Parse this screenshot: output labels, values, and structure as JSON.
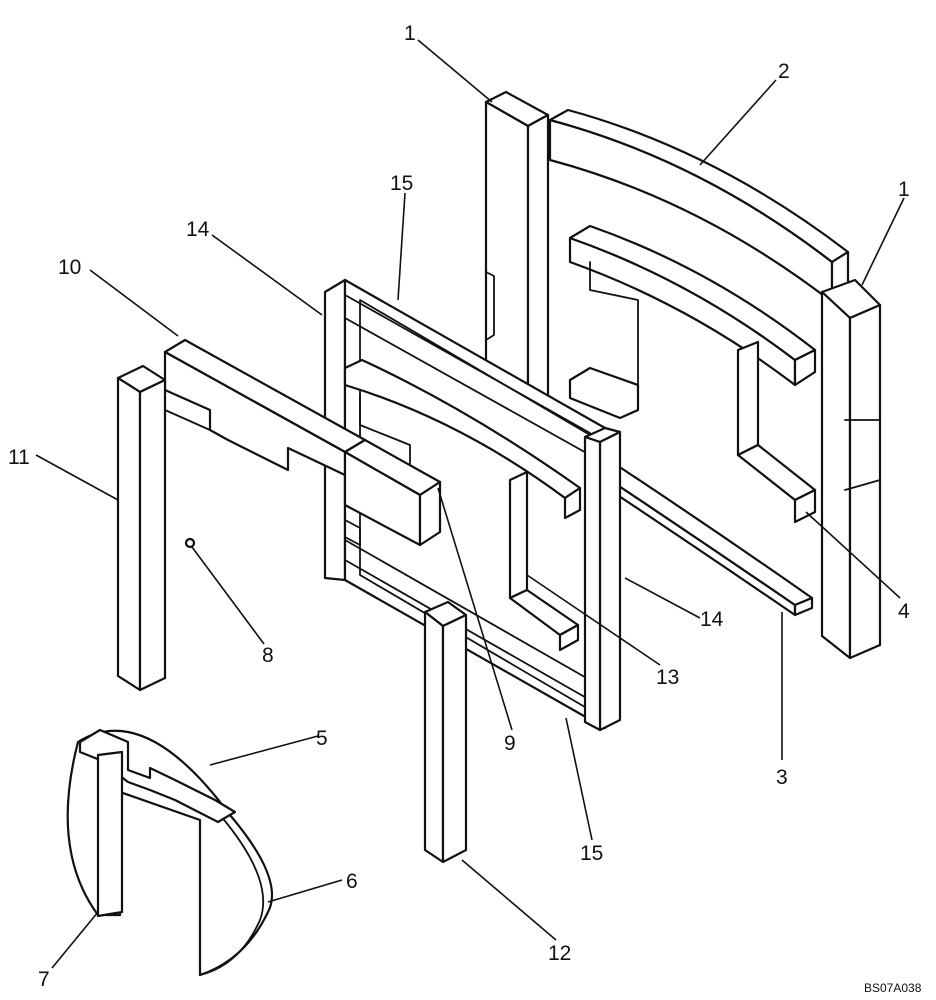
{
  "drawing_code": "BS07A038",
  "callouts": [
    {
      "id": "c1a",
      "text": "1"
    },
    {
      "id": "c1b",
      "text": "1"
    },
    {
      "id": "c2",
      "text": "2"
    },
    {
      "id": "c3",
      "text": "3"
    },
    {
      "id": "c4",
      "text": "4"
    },
    {
      "id": "c5",
      "text": "5"
    },
    {
      "id": "c6",
      "text": "6"
    },
    {
      "id": "c7",
      "text": "7"
    },
    {
      "id": "c8",
      "text": "8"
    },
    {
      "id": "c9",
      "text": "9"
    },
    {
      "id": "c10",
      "text": "10"
    },
    {
      "id": "c11",
      "text": "11"
    },
    {
      "id": "c12",
      "text": "12"
    },
    {
      "id": "c13",
      "text": "13"
    },
    {
      "id": "c14a",
      "text": "14"
    },
    {
      "id": "c14b",
      "text": "14"
    },
    {
      "id": "c15a",
      "text": "15"
    },
    {
      "id": "c15b",
      "text": "15"
    }
  ]
}
